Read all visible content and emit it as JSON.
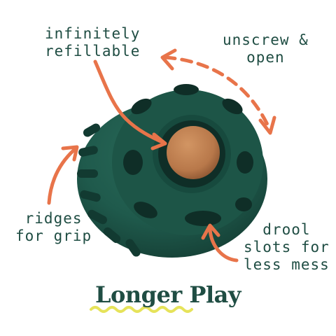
{
  "callouts": {
    "refill": "infinitely\nrefillable",
    "open": "unscrew &\nopen",
    "ridges": "ridges\nfor grip",
    "drool": "drool\nslots for\nless mess"
  },
  "headline": "Longer Play",
  "colors": {
    "toy_green": "#1f5a4c",
    "toy_dark": "#123a31",
    "arrow_orange": "#e8744a",
    "text_green": "#1f4d43",
    "squiggle_yellow": "#e6e35a",
    "treat_brown": "#b8784a"
  },
  "icons": {
    "toy": "treat-ball-icon",
    "arrows": "hand-drawn-arrow-icon"
  }
}
